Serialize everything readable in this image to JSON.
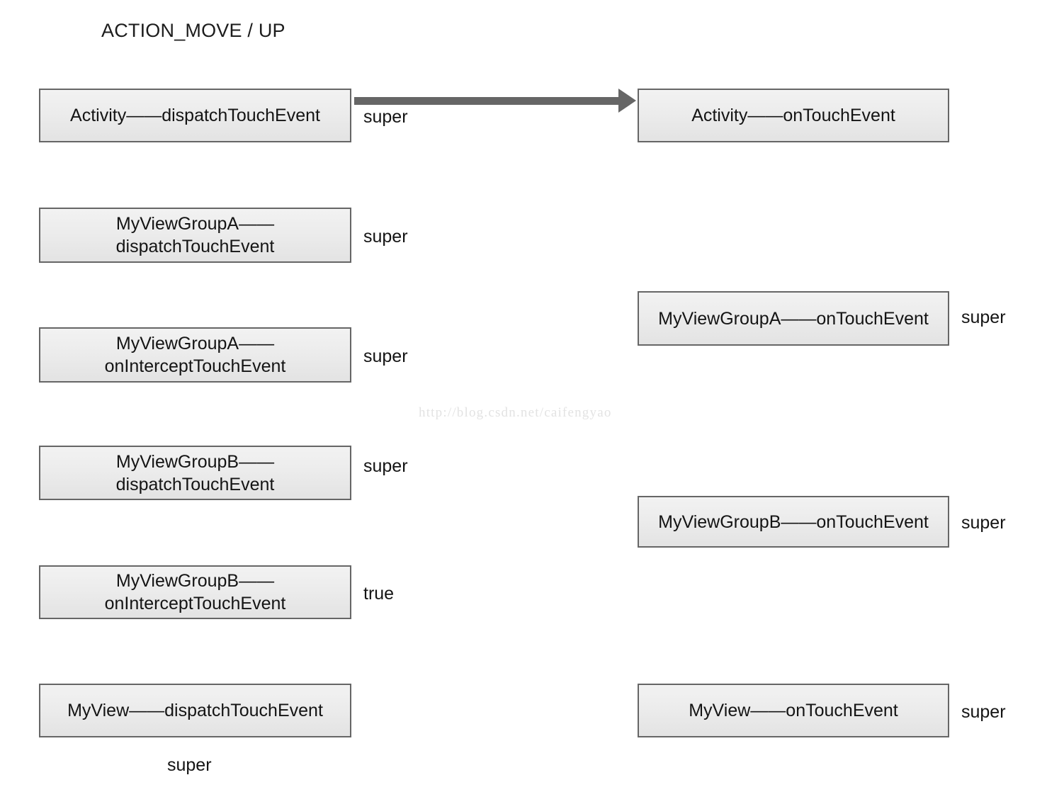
{
  "diagram": {
    "title": "ACTION_MOVE / UP",
    "watermark": "http://blog.csdn.net/caifengyao",
    "colors": {
      "node_border": "#666666",
      "node_fill_top": "#f2f2f2",
      "node_fill_bottom": "#e3e3e3",
      "arrow": "#666666",
      "text": "#141414",
      "watermark": "#e3e3e3"
    },
    "left_nodes": [
      {
        "id": "activity-dispatch",
        "line1": "Activity——dispatchTouchEvent",
        "line2": ""
      },
      {
        "id": "viewgroupa-dispatch",
        "line1": "MyViewGroupA——",
        "line2": "dispatchTouchEvent"
      },
      {
        "id": "viewgroupa-onintercept",
        "line1": "MyViewGroupA——",
        "line2": "onInterceptTouchEvent"
      },
      {
        "id": "viewgroupb-dispatch",
        "line1": "MyViewGroupB——",
        "line2": "dispatchTouchEvent"
      },
      {
        "id": "viewgroupb-onintercept",
        "line1": "MyViewGroupB——",
        "line2": "onInterceptTouchEvent"
      },
      {
        "id": "myview-dispatch",
        "line1": "MyView——dispatchTouchEvent",
        "line2": ""
      }
    ],
    "right_nodes": [
      {
        "id": "activity-ontouch",
        "line1": "Activity——onTouchEvent",
        "line2": ""
      },
      {
        "id": "viewgroupa-ontouch",
        "line1": "MyViewGroupA——onTouchEvent",
        "line2": ""
      },
      {
        "id": "viewgroupb-ontouch",
        "line1": "MyViewGroupB——onTouchEvent",
        "line2": ""
      },
      {
        "id": "myview-ontouch",
        "line1": "MyView——onTouchEvent",
        "line2": ""
      }
    ],
    "labels": {
      "activity_dispatch_super": "super",
      "viewgroupa_dispatch_super": "super",
      "viewgroupa_onintercept_super": "super",
      "viewgroupa_ontouch_super": "super",
      "viewgroupb_dispatch_super": "super",
      "viewgroupb_ontouch_super": "super",
      "viewgroupb_onintercept_true": "true",
      "myview_dispatch_super": "super",
      "myview_ontouch_super": "super"
    }
  }
}
